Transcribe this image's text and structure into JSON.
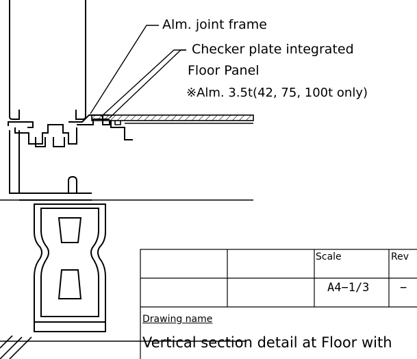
{
  "annotations": {
    "joint_frame": "Alm. joint frame",
    "floor_panel_line1": "Checker plate integrated",
    "floor_panel_line2": "Floor Panel",
    "floor_panel_note": "※Alm. 3.5t(42, 75, 100t only)"
  },
  "title_block": {
    "scale_label": "Scale",
    "scale_value": "A4−1/3",
    "revision_label": "Rev",
    "revision_value": "−",
    "drawing_name_label": "Drawing name",
    "drawing_name_value": "Vertical section detail at Floor with"
  },
  "colors": {
    "line": "#000000",
    "background": "#ffffff"
  }
}
